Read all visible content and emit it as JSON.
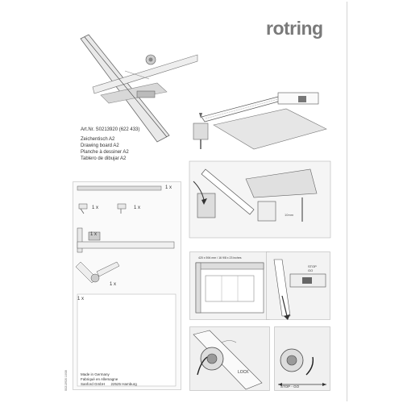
{
  "brand": {
    "logo": "rotring",
    "logo_color": "#7a7a7a"
  },
  "product": {
    "art_nr": "Art.Nr. S0213920 (622 433)",
    "names": [
      "Zeichentisch A2",
      "Drawing board A2",
      "Planche à dessiner A2",
      "Tablero de dibujar A2"
    ]
  },
  "parts": {
    "qty_1": "1 x",
    "qty_2": "1 x",
    "qty_3": "1 x",
    "qty_4": "1 x",
    "qty_5": "1 x",
    "qty_6": "1 x"
  },
  "labels": {
    "lock": "LOCK",
    "stop_go": "STOP - GO",
    "stop_go_short": "STOP\nGO",
    "size_note": "420 x 594 mm / 16 9/8 x 23 inches",
    "dim_label": "10mm"
  },
  "footer": {
    "made_in": "Made in Germany",
    "fabrique": "Fabriqué en Allemagne",
    "company": "Sanford GmbH      22525 Hamburg",
    "side_code": "S0213920 10/08"
  }
}
